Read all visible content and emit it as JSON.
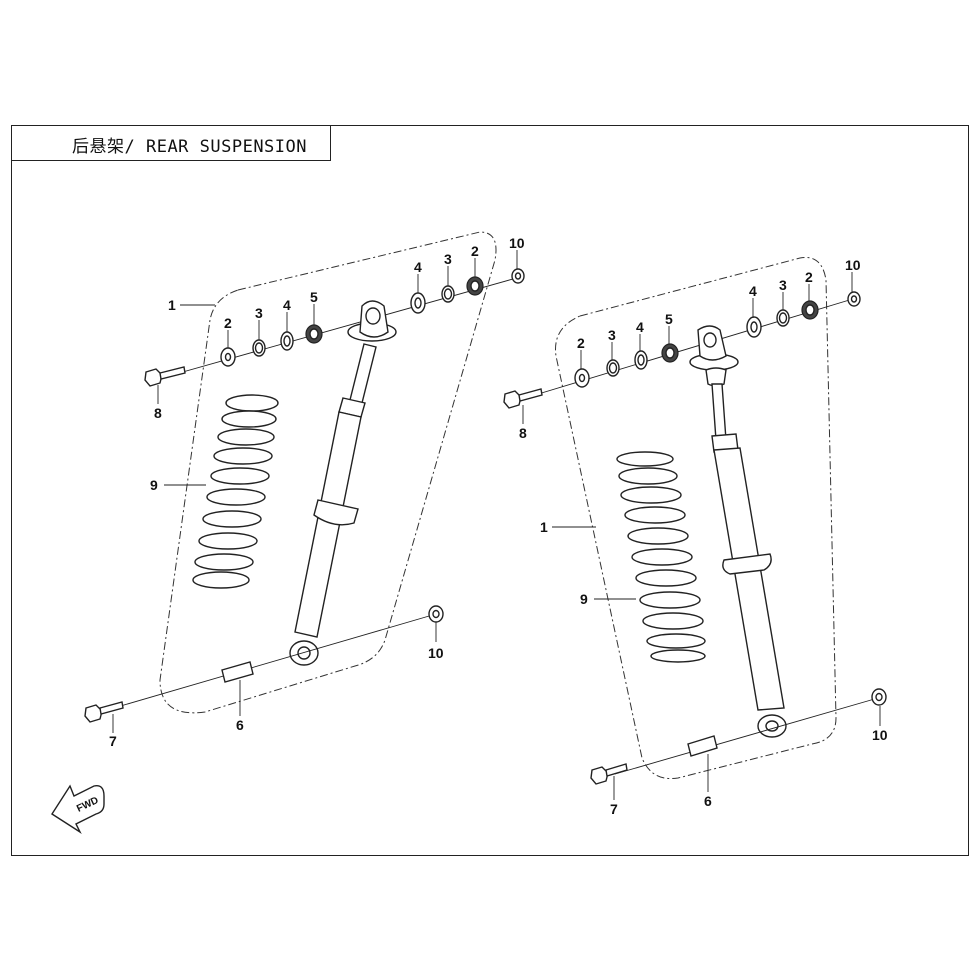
{
  "title": "后悬架/ REAR SUSPENSION",
  "fwd_mark": "FWD",
  "callouts": {
    "left": {
      "c1": "1",
      "c2a": "2",
      "c3a": "3",
      "c4a": "4",
      "c5": "5",
      "c4b": "4",
      "c3b": "3",
      "c2b": "2",
      "c10a": "10",
      "c8": "8",
      "c9": "9",
      "c10b": "10",
      "c7": "7",
      "c6": "6"
    },
    "right": {
      "c10a": "10",
      "c4b": "4",
      "c3b": "3",
      "c2b": "2",
      "c2a": "2",
      "c3a": "3",
      "c4a": "4",
      "c5": "5",
      "c8": "8",
      "c1": "1",
      "c9": "9",
      "c10b": "10",
      "c7": "7",
      "c6": "6"
    }
  }
}
